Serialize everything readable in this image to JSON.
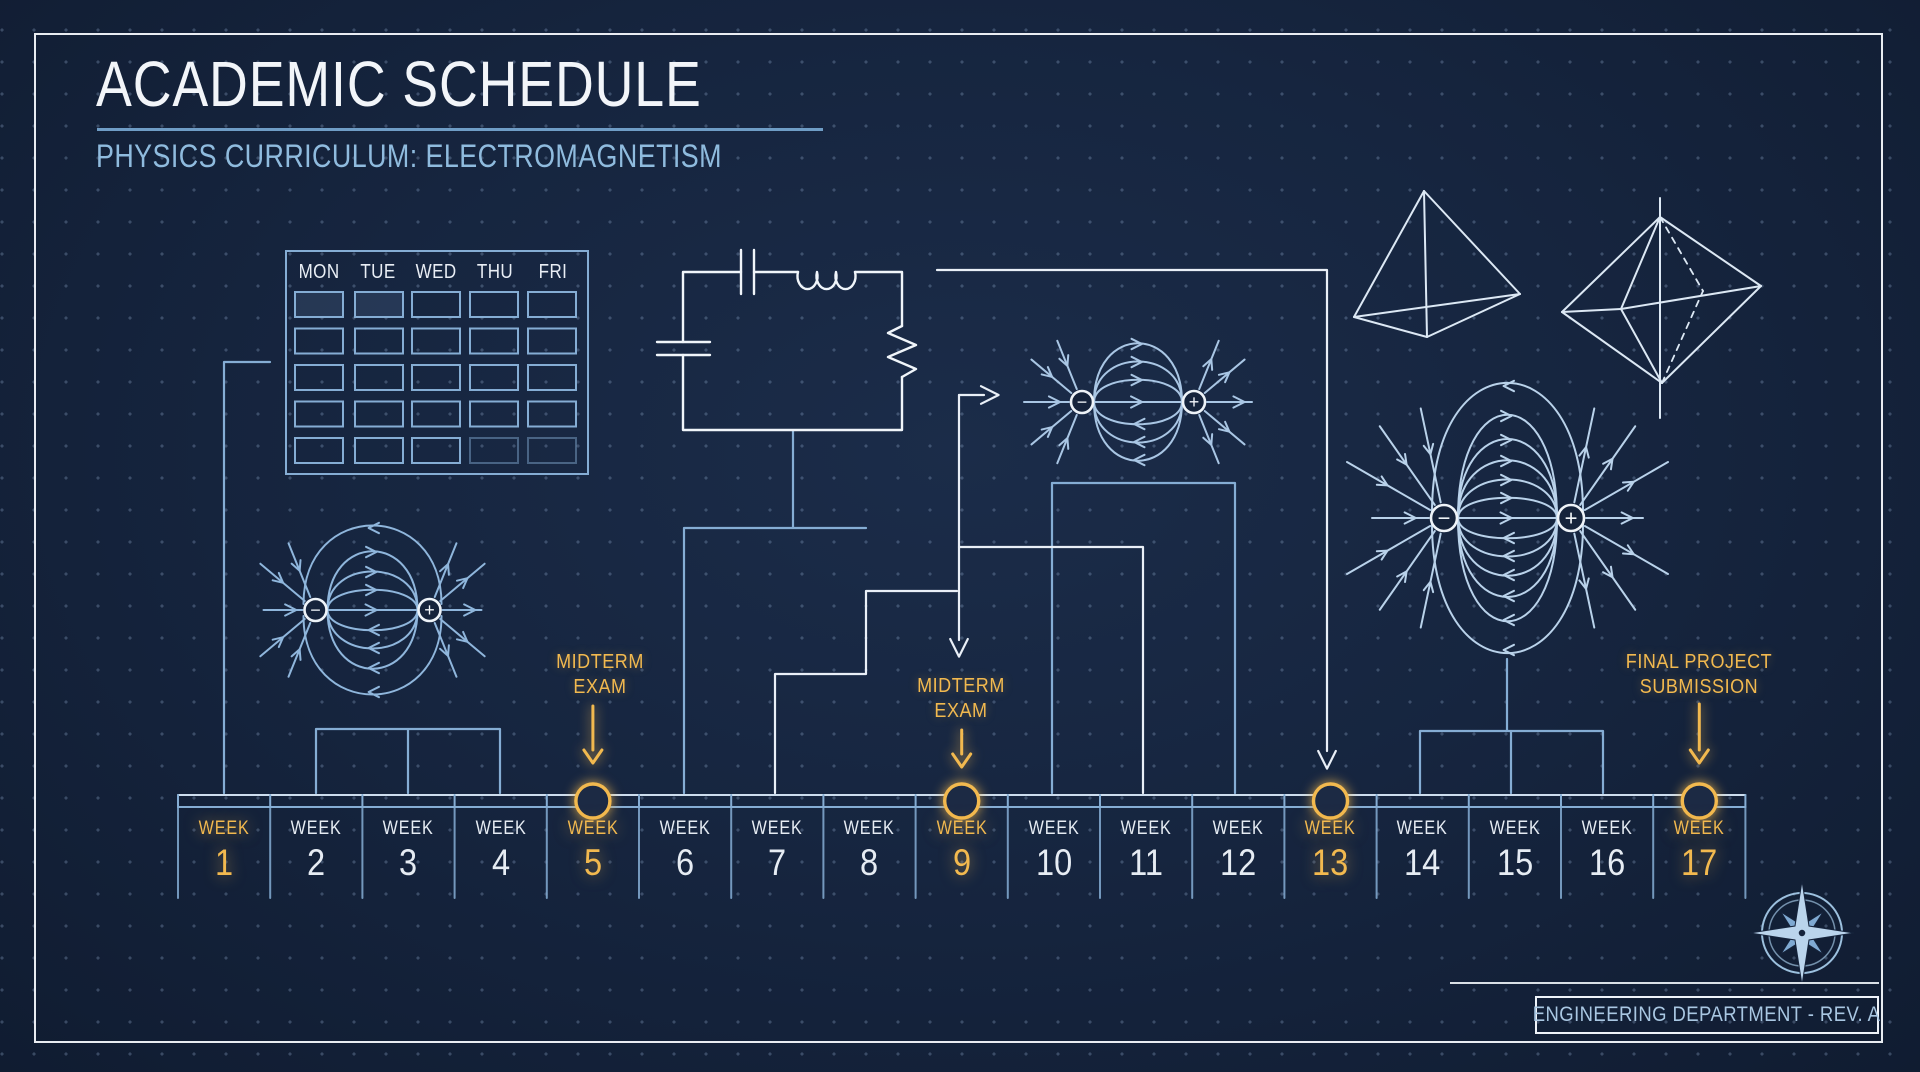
{
  "header": {
    "title": "ACADEMIC SCHEDULE",
    "subtitle": "PHYSICS CURRICULUM: ELECTROMAGNETISM"
  },
  "calendar": {
    "days": [
      "MON",
      "TUE",
      "WED",
      "THU",
      "FRI"
    ],
    "rows": 5,
    "cols": 5
  },
  "timeline": {
    "week_label": "WEEK",
    "weeks": [
      "1",
      "2",
      "3",
      "4",
      "5",
      "6",
      "7",
      "8",
      "9",
      "10",
      "11",
      "12",
      "13",
      "14",
      "15",
      "16",
      "17"
    ],
    "highlighted_weeks": [
      1,
      5,
      9,
      13,
      17
    ],
    "milestone_weeks": [
      5,
      9,
      13,
      17
    ]
  },
  "annotations": {
    "midterm1": {
      "lines": [
        "MIDTERM",
        "EXAM"
      ],
      "week": 5
    },
    "midterm2": {
      "lines": [
        "MIDTERM",
        "EXAM"
      ],
      "week": 9
    },
    "final": {
      "lines": [
        "FINAL PROJECT",
        "SUBMISSION"
      ],
      "week": 17
    }
  },
  "footer": {
    "label": "ENGINEERING DEPARTMENT - REV. A"
  },
  "symbols": {
    "minus": "−",
    "plus": "+"
  },
  "colors": {
    "background": "#16253f",
    "line_blue": "#85add4",
    "line_white": "#e9eff7",
    "accent_gold": "#f2b94f",
    "text_white": "#e9eef5",
    "text_blue": "#a9c7e2",
    "dot_grid": "#44587a"
  }
}
